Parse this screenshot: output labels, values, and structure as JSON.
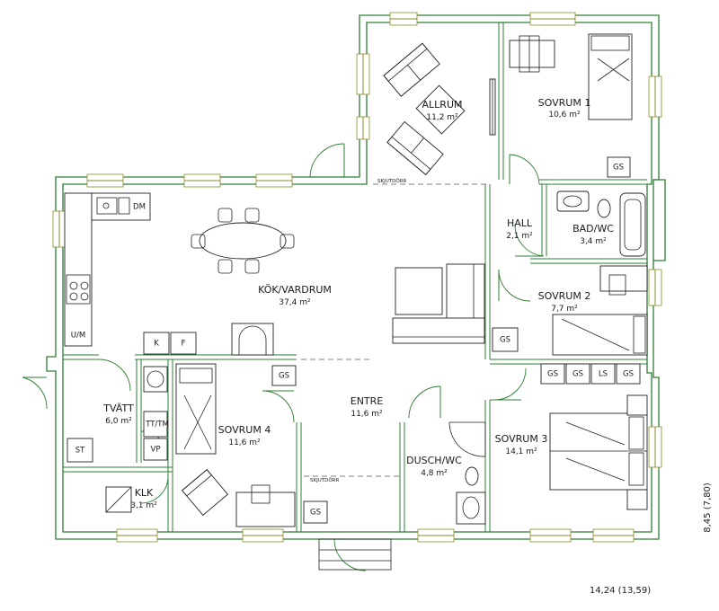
{
  "rooms": {
    "allrum": {
      "name": "ALLRUM",
      "area": "11,2 m²"
    },
    "sovrum1": {
      "name": "SOVRUM 1",
      "area": "10,6 m²"
    },
    "hall": {
      "name": "HALL",
      "area": "2,1 m²"
    },
    "badwc": {
      "name": "BAD/WC",
      "area": "3,4 m²"
    },
    "kok": {
      "name": "KÖK/VARDRUM",
      "area": "37,4 m²"
    },
    "sovrum2": {
      "name": "SOVRUM 2",
      "area": "7,7 m²"
    },
    "tvatt": {
      "name": "TVÄTT",
      "area": "6,0 m²"
    },
    "sovrum4": {
      "name": "SOVRUM 4",
      "area": "11,6 m²"
    },
    "entre": {
      "name": "ENTRE",
      "area": "11,6 m²"
    },
    "duschwc": {
      "name": "DUSCH/WC",
      "area": "4,8 m²"
    },
    "sovrum3": {
      "name": "SOVRUM 3",
      "area": "14,1 m²"
    },
    "klk": {
      "name": "KLK",
      "area": "3,1 m²"
    }
  },
  "fixtures": {
    "dm": "DM",
    "k": "K",
    "f": "F",
    "um": "U/M",
    "gs": "GS",
    "ls": "LS",
    "st": "ST",
    "tttm": "TT/TM",
    "vp": "VP",
    "skjutdorr": "SKJUTDÖRR",
    "skjutdorr_small": "SKJUTDÖRR"
  },
  "dimensions": {
    "width": "14,24 (13,59)",
    "depth": "8,45 (7,80)"
  },
  "colors": {
    "wall": "#2e7d32",
    "window": "#8a8a2a",
    "furniture": "#222222"
  }
}
